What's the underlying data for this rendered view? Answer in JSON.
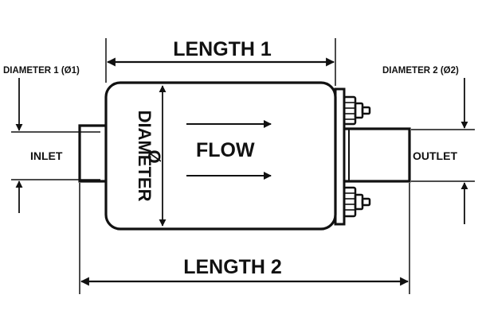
{
  "labels": {
    "length_1": "LENGTH 1",
    "length_2": "LENGTH 2",
    "diameter_1": "DIAMETER 1 (Ø1)",
    "diameter_2": "DIAMETER 2 (Ø2)",
    "inlet": "INLET",
    "outlet": "OUTLET",
    "flow": "FLOW",
    "body_diameter": "DIAMETER",
    "body_diameter_symbol": "Ø"
  },
  "colors": {
    "ink": "#111111",
    "background": "#ffffff"
  }
}
